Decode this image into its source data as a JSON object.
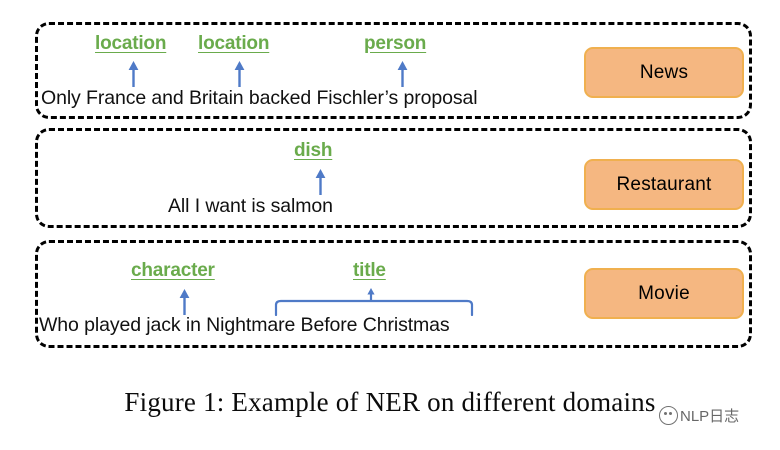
{
  "figure": {
    "caption": "Figure 1: Example of NER on different domains",
    "colors": {
      "entity_label_green": "#6aab4c",
      "arrow_blue": "#4f7ac7",
      "domain_pill_fill": "#f5b781",
      "domain_pill_border": "#f0b04f",
      "box_border": "#000000",
      "sentence_text": "#111111"
    }
  },
  "examples": [
    {
      "domain": "News",
      "sentence": "Only France and Britain backed Fischler’s proposal",
      "entities": [
        {
          "label": "location",
          "mention": "France"
        },
        {
          "label": "location",
          "mention": "Britain"
        },
        {
          "label": "person",
          "mention": "Fischler"
        }
      ]
    },
    {
      "domain": "Restaurant",
      "sentence": "All I want is salmon",
      "entities": [
        {
          "label": "dish",
          "mention": "salmon"
        }
      ]
    },
    {
      "domain": "Movie",
      "sentence": "Who played jack in Nightmare Before Christmas",
      "entities": [
        {
          "label": "character",
          "mention": "jack"
        },
        {
          "label": "title",
          "mention": "Nightmare Before Christmas"
        }
      ]
    }
  ],
  "watermark": {
    "text": "NLP日志",
    "icon": "wechat-account-avatar-icon"
  }
}
